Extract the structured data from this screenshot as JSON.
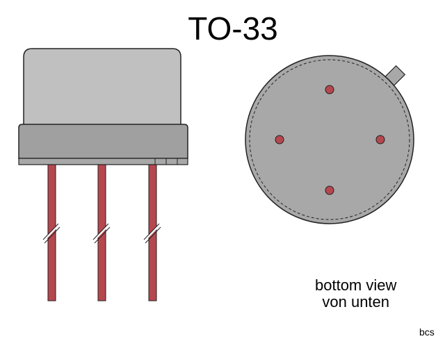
{
  "title": "TO-33",
  "caption": {
    "line1": "bottom view",
    "line2": "von unten"
  },
  "credit": "bcs",
  "colors": {
    "cap": "#c0c0c0",
    "flange": "#a0a0a0",
    "lead": "#b5474f",
    "outline": "#222222",
    "bottom": "#a8a8a8"
  }
}
